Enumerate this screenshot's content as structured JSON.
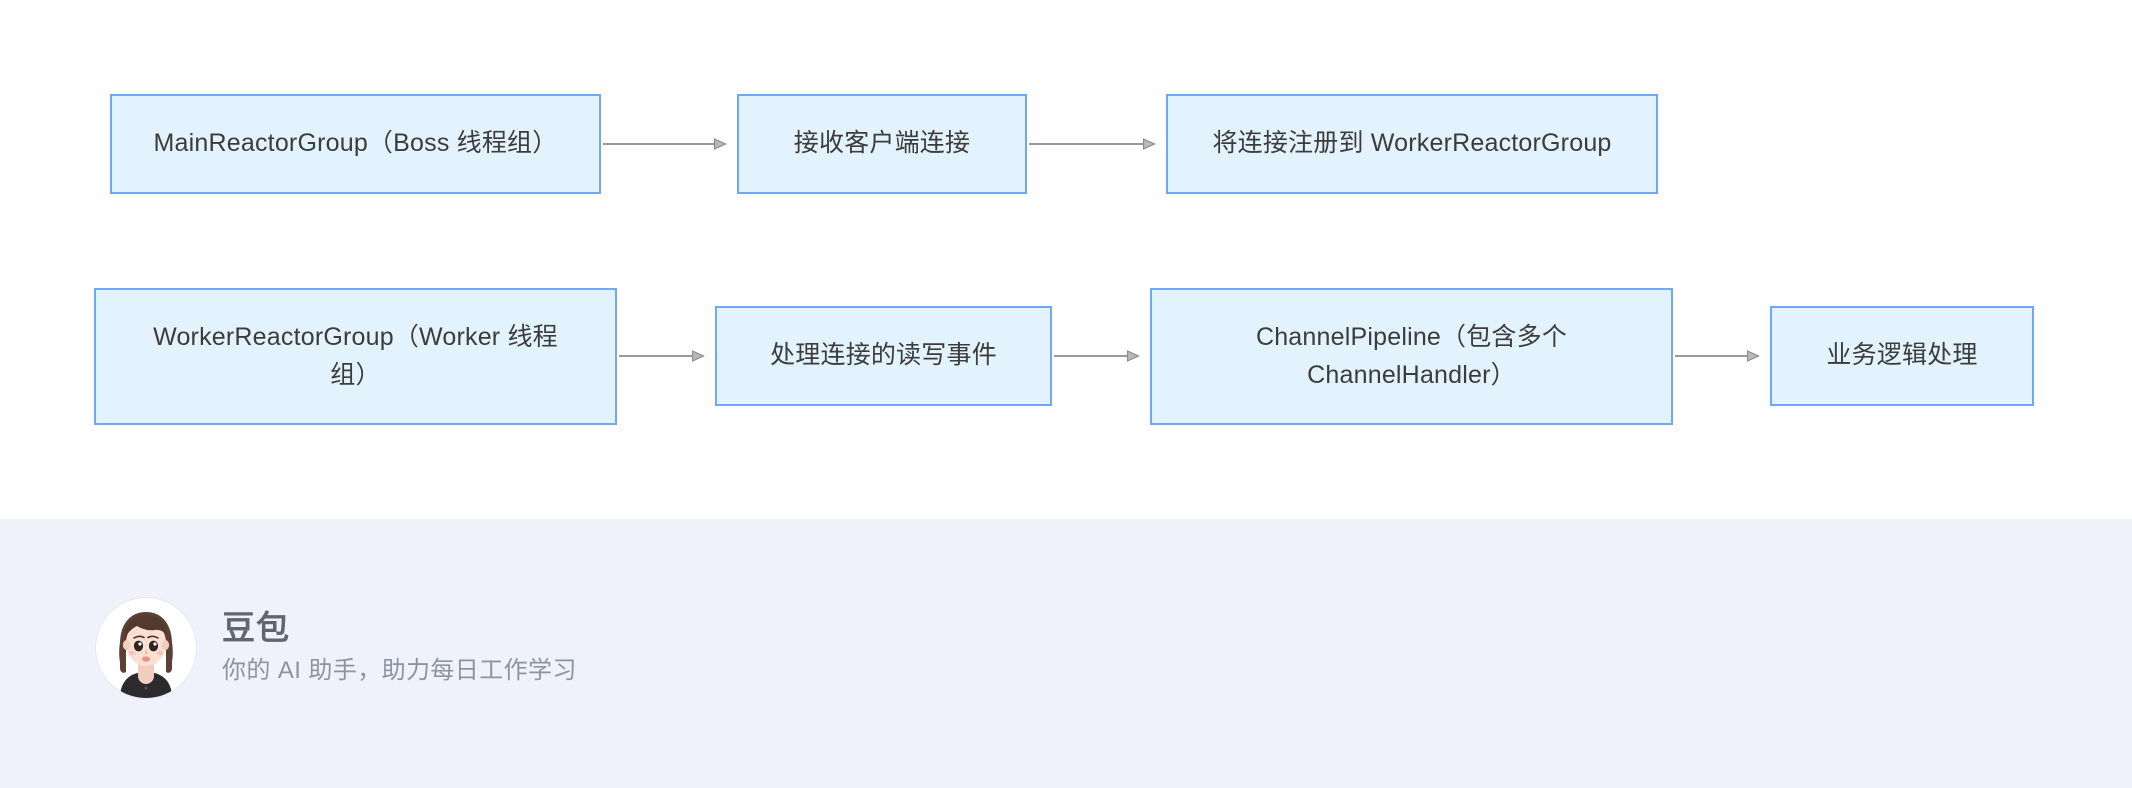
{
  "canvas": {
    "background": "#ffffff",
    "footer_background": "#eff2fb",
    "node_fill": "#e3f3fd",
    "node_border": "#6fa8f5",
    "arrow_color": "#9a9a9a",
    "text_color": "#3c3c3c"
  },
  "diagram": {
    "type": "flowchart",
    "rows": [
      {
        "nodes": [
          {
            "id": "main-reactor-group",
            "label": "MainReactorGroup（Boss 线程组）"
          },
          {
            "id": "accept-connection",
            "label": "接收客户端连接"
          },
          {
            "id": "register-to-worker",
            "label": "将连接注册到 WorkerReactorGroup"
          }
        ]
      },
      {
        "nodes": [
          {
            "id": "worker-reactor-group",
            "label": "WorkerReactorGroup（Worker 线程\n组）"
          },
          {
            "id": "handle-rw-events",
            "label": "处理连接的读写事件"
          },
          {
            "id": "channel-pipeline",
            "label": "ChannelPipeline（包含多个\nChannelHandler）"
          },
          {
            "id": "business-logic",
            "label": "业务逻辑处理"
          }
        ]
      }
    ],
    "edges": [
      {
        "from": "main-reactor-group",
        "to": "accept-connection"
      },
      {
        "from": "accept-connection",
        "to": "register-to-worker"
      },
      {
        "from": "worker-reactor-group",
        "to": "handle-rw-events"
      },
      {
        "from": "handle-rw-events",
        "to": "channel-pipeline"
      },
      {
        "from": "channel-pipeline",
        "to": "business-logic"
      }
    ]
  },
  "footer": {
    "avatar_alt": "avatar-doubao",
    "name": "豆包",
    "tagline": "你的 AI 助手，助力每日工作学习"
  }
}
